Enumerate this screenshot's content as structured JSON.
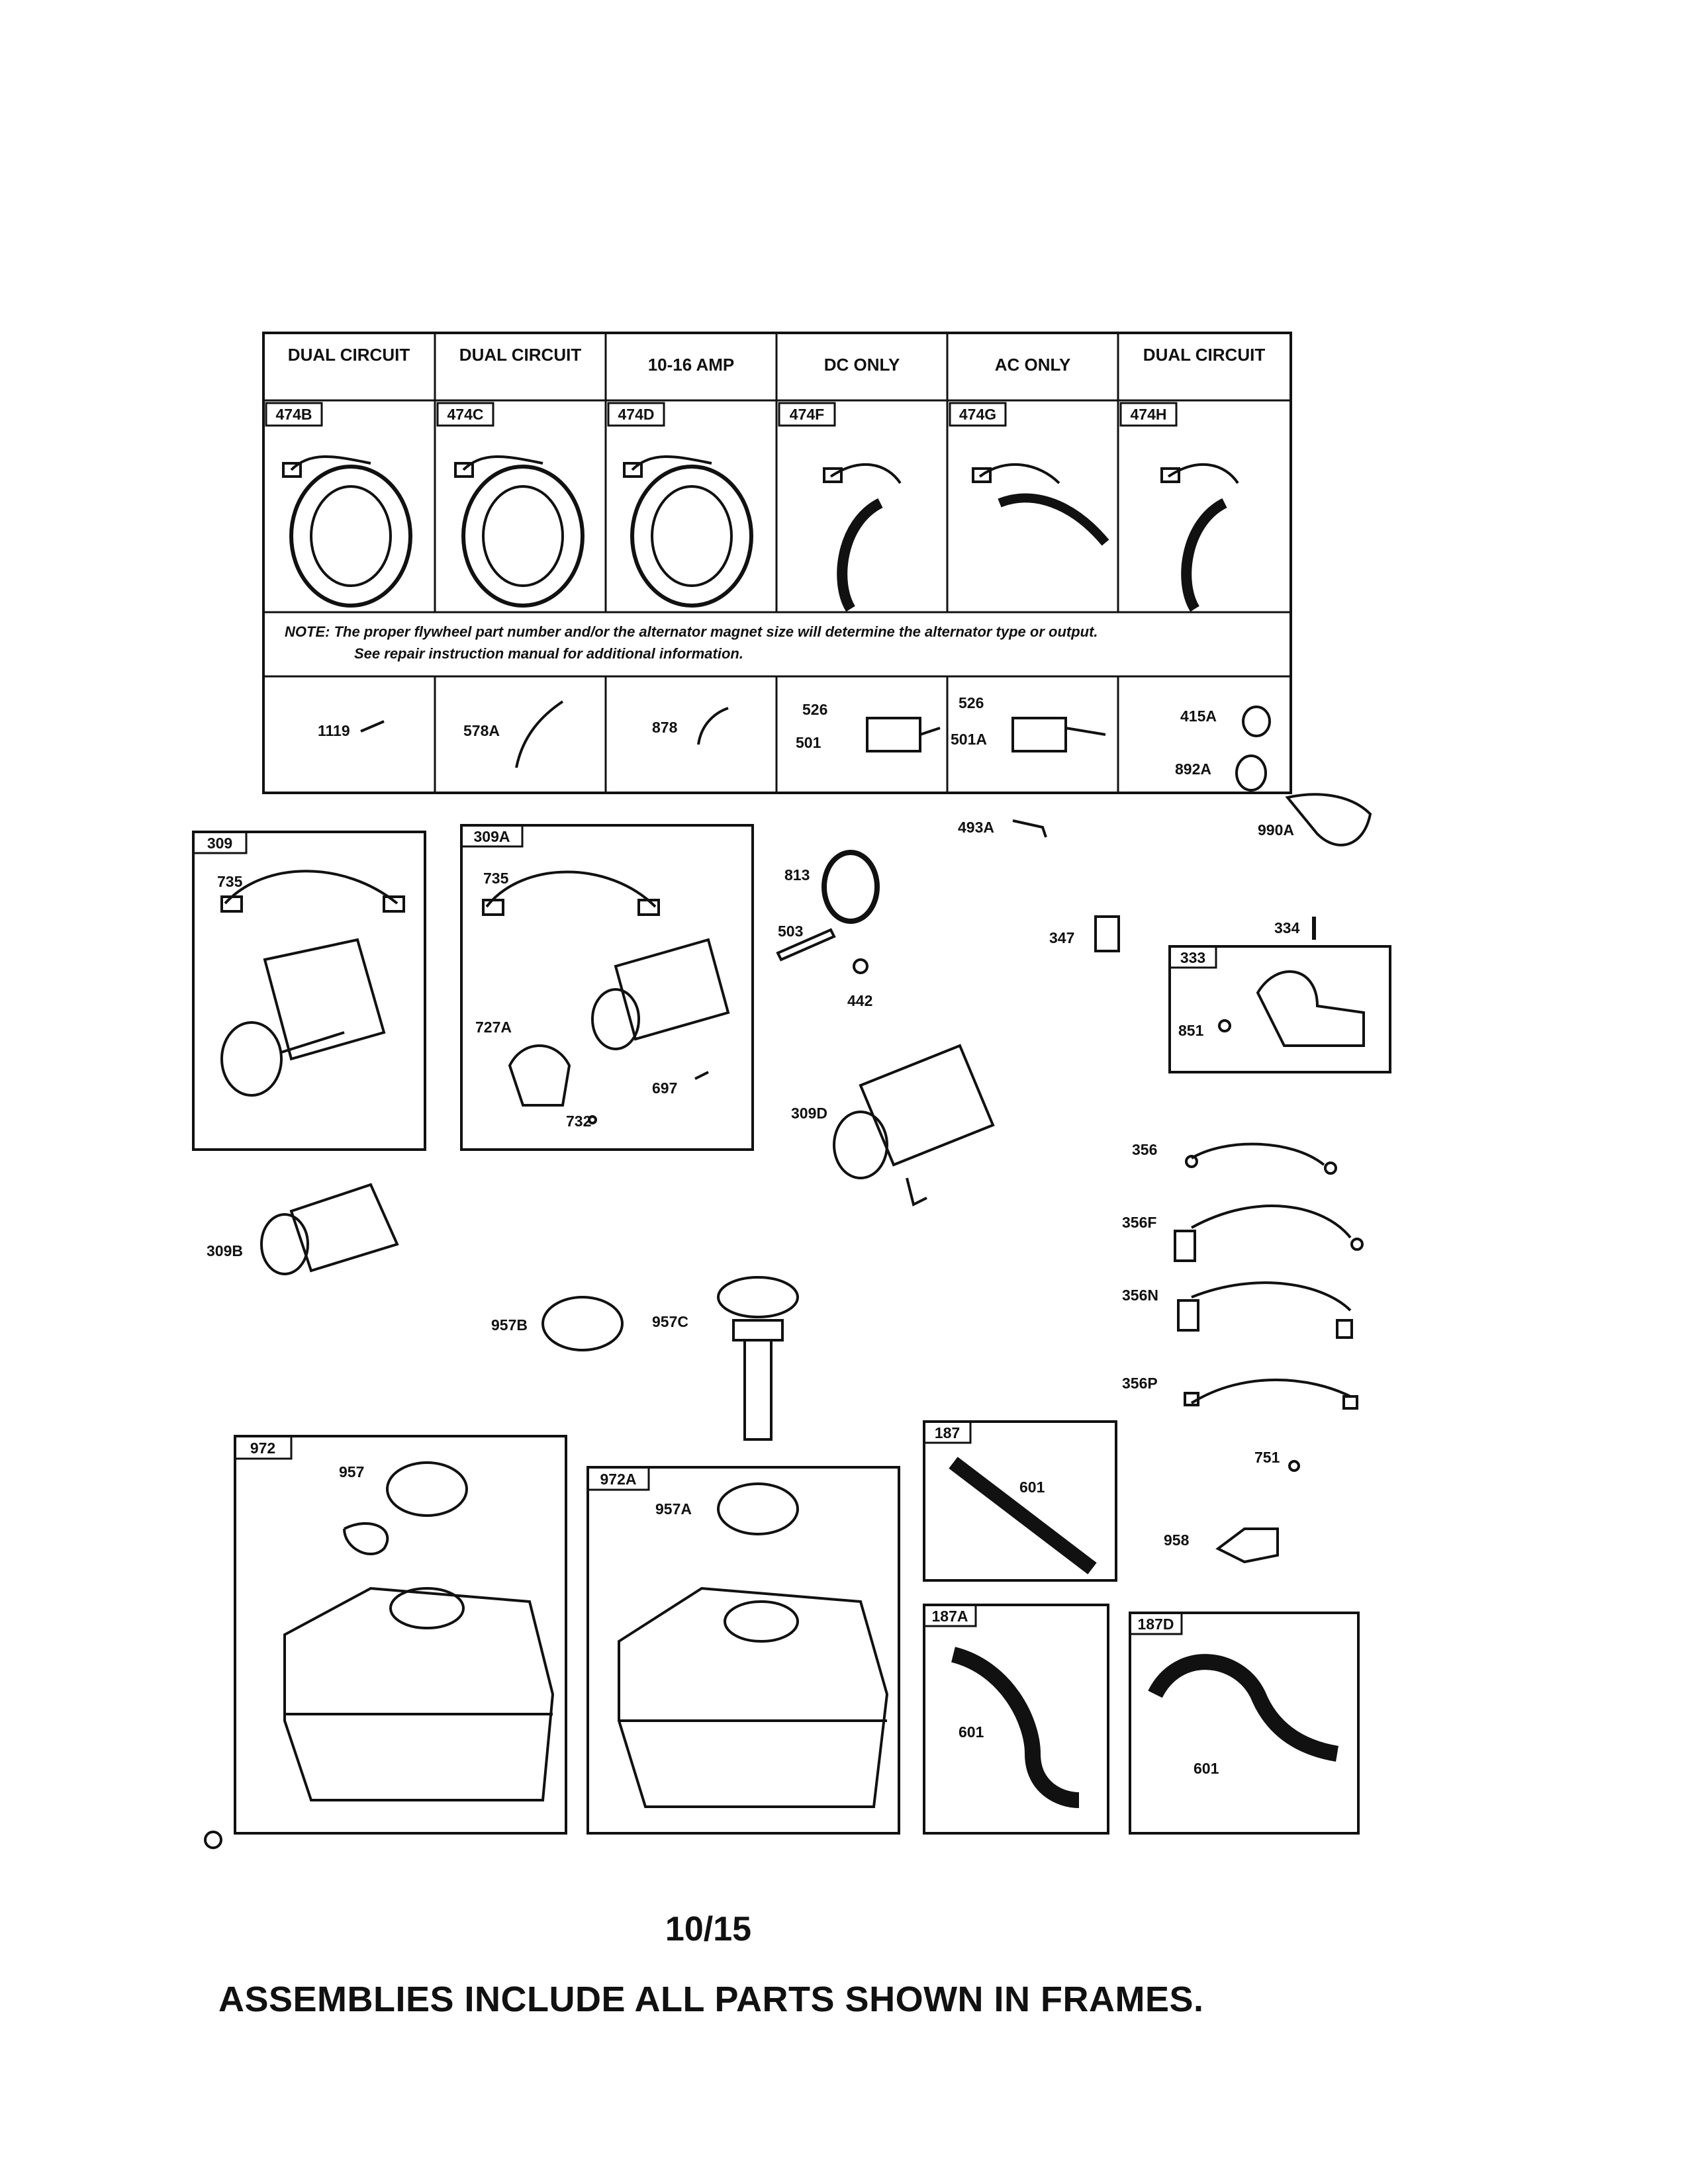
{
  "alternator_table": {
    "headers": [
      "DUAL CIRCUIT",
      "DUAL CIRCUIT",
      "10-16 AMP",
      "DC ONLY",
      "AC ONLY",
      "DUAL CIRCUIT"
    ],
    "parts": [
      "474B",
      "474C",
      "474D",
      "474F",
      "474G",
      "474H"
    ],
    "note_prefix": "NOTE:",
    "note_line1": "The proper flywheel part number and/or the alternator magnet size will determine the alternator type or output.",
    "note_line2": "See repair instruction manual for additional information.",
    "lower_parts": [
      "1119",
      "578A",
      "878",
      "526",
      "501",
      "526",
      "501A"
    ]
  },
  "frames": [
    "309",
    "309A",
    "333",
    "972",
    "972A",
    "187",
    "187A",
    "187D"
  ],
  "callouts": {
    "f309": [
      "735"
    ],
    "f309a": [
      "735",
      "727A",
      "697",
      "732"
    ],
    "center": [
      "813",
      "503",
      "442",
      "309D"
    ],
    "right_top": [
      "415A",
      "892A",
      "990A",
      "493A",
      "347",
      "334"
    ],
    "f333": [
      "851"
    ],
    "wires": [
      "356",
      "356F",
      "356N",
      "356P"
    ],
    "misc": [
      "751",
      "958",
      "309B",
      "957B",
      "957C"
    ],
    "f972": [
      "957"
    ],
    "f972a": [
      "957A"
    ],
    "hoses": [
      "601",
      "601",
      "601"
    ]
  },
  "page_number": "10/15",
  "footer_note": "ASSEMBLIES INCLUDE ALL PARTS SHOWN IN FRAMES."
}
